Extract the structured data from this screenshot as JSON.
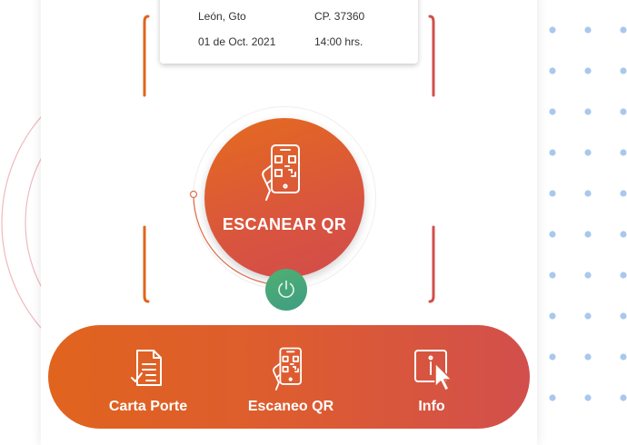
{
  "card": {
    "city": "León, Gto",
    "postal_code": "CP. 37360",
    "date": "01 de Oct. 2021",
    "time": "14:00 hrs."
  },
  "scan_button": {
    "label": "ESCANEAR QR",
    "icon": "phone-qr-scan-icon"
  },
  "power_button": {
    "icon": "power-icon"
  },
  "nav": {
    "items": [
      {
        "label": "Carta Porte",
        "icon": "document-check-icon"
      },
      {
        "label": "Escaneo QR",
        "icon": "phone-qr-scan-icon"
      },
      {
        "label": "Info",
        "icon": "info-pointer-icon"
      }
    ]
  },
  "colors": {
    "accent_orange": "#e0641e",
    "accent_red": "#d24f4c",
    "power_green": "#4fb071",
    "dot_blue": "#a9c8ee",
    "ring_pink": "#f0b8c0"
  }
}
